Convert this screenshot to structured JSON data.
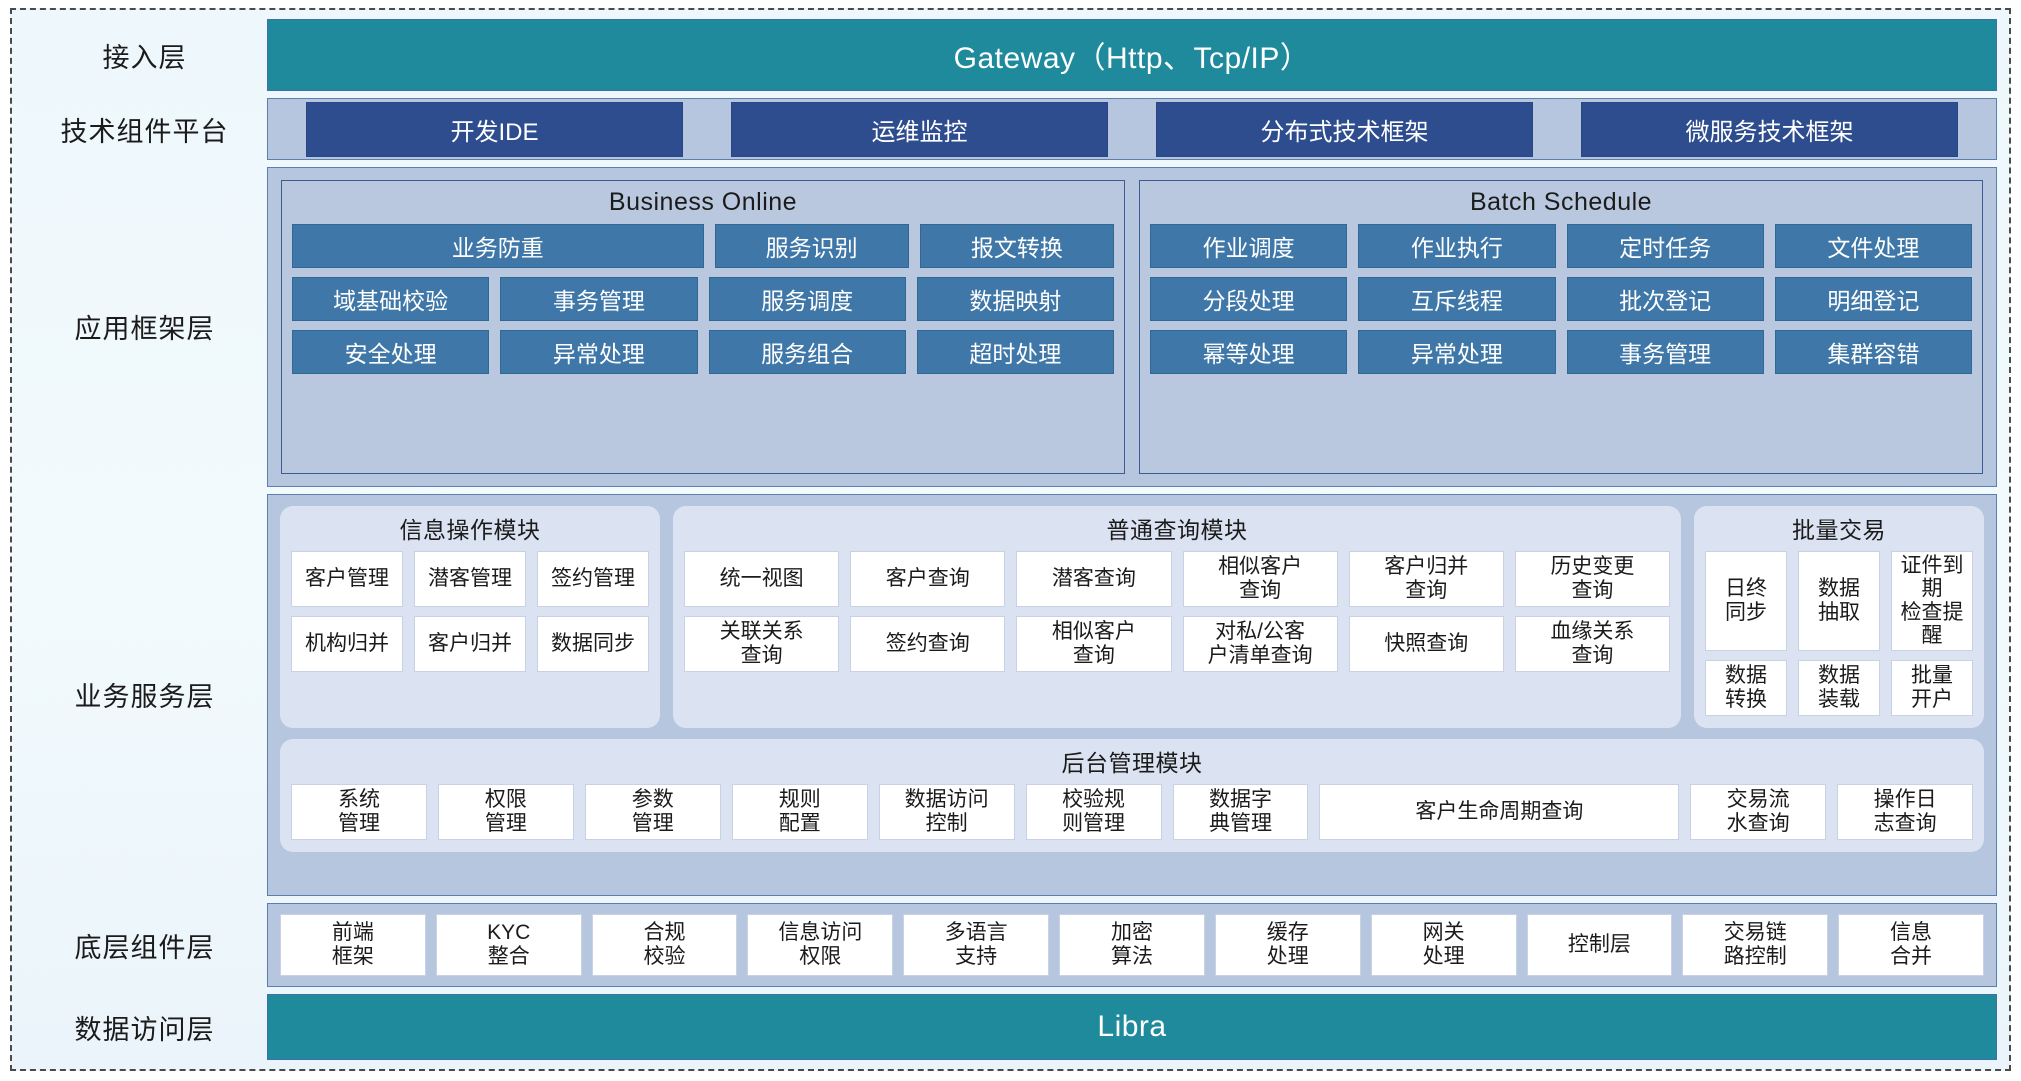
{
  "layers": {
    "access": {
      "label": "接入层",
      "band": "Gateway（Http、Tcp/IP）"
    },
    "tech": {
      "label": "技术组件平台",
      "chips": [
        "开发IDE",
        "运维监控",
        "分布式技术框架",
        "微服务技术框架"
      ]
    },
    "appframe": {
      "label": "应用框架层",
      "groups": [
        {
          "title": "Business Online",
          "rows": [
            [
              "业务防重",
              "服务识别",
              "报文转换"
            ],
            [
              "域基础校验",
              "事务管理",
              "服务调度",
              "数据映射"
            ],
            [
              "安全处理",
              "异常处理",
              "服务组合",
              "超时处理"
            ]
          ]
        },
        {
          "title": "Batch Schedule",
          "rows": [
            [
              "作业调度",
              "作业执行",
              "定时任务",
              "文件处理"
            ],
            [
              "分段处理",
              "互斥线程",
              "批次登记",
              "明细登记"
            ],
            [
              "幂等处理",
              "异常处理",
              "事务管理",
              "集群容错"
            ]
          ]
        }
      ]
    },
    "bizservice": {
      "label": "业务服务层",
      "modules": [
        {
          "title": "信息操作模块",
          "rows": [
            [
              "客户管理",
              "潜客管理",
              "签约管理"
            ],
            [
              "机构归并",
              "客户归并",
              "数据同步"
            ]
          ]
        },
        {
          "title": "普通查询模块",
          "rows": [
            [
              "统一视图",
              "客户查询",
              "潜客查询",
              "相似客户\n查询",
              "客户归并\n查询",
              "历史变更\n查询"
            ],
            [
              "关联关系\n查询",
              "签约查询",
              "相似客户\n查询",
              "对私/公客\n户清单查询",
              "快照查询",
              "血缘关系\n查询"
            ]
          ]
        },
        {
          "title": "批量交易",
          "rows": [
            [
              "日终\n同步",
              "数据\n抽取",
              "证件到期\n检查提醒"
            ],
            [
              "数据\n转换",
              "数据\n装载",
              "批量\n开户"
            ]
          ]
        }
      ],
      "admin": {
        "title": "后台管理模块",
        "cells": [
          "系统\n管理",
          "权限\n管理",
          "参数\n管理",
          "规则\n配置",
          "数据访问\n控制",
          "校验规\n则管理",
          "数据字\n典管理",
          "客户生命周期查询",
          "交易流\n水查询",
          "操作日\n志查询"
        ],
        "wide_index": 7
      }
    },
    "component": {
      "label": "底层组件层",
      "cells": [
        "前端\n框架",
        "KYC\n整合",
        "合规\n校验",
        "信息访问\n权限",
        "多语言\n支持",
        "加密\n算法",
        "缓存\n处理",
        "网关\n处理",
        "控制层",
        "交易链\n路控制",
        "信息\n合并"
      ]
    },
    "data": {
      "label": "数据访问层",
      "band": "Libra"
    }
  },
  "colors": {
    "teal": "#1e8a9c",
    "navy_chip": "#2e4d8e",
    "blue_cell": "#3f78a8",
    "panel": "#b6c6de",
    "module_bg": "#dbe3f2",
    "page_bg": "#eef7fb"
  }
}
